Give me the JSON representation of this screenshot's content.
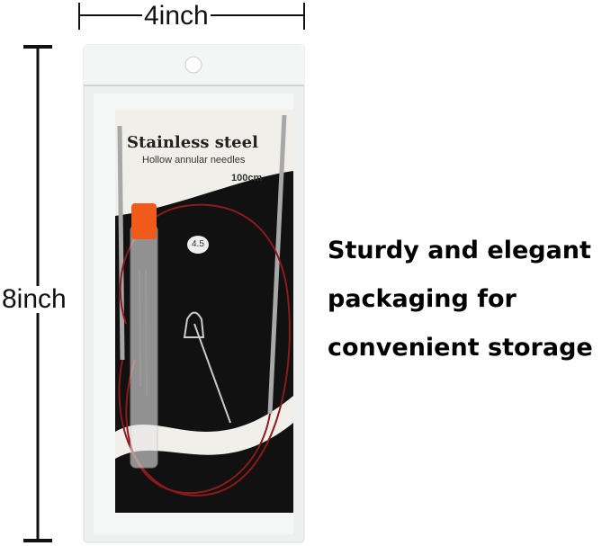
{
  "dimensions": {
    "width_label": "4inch",
    "height_label": "8inch"
  },
  "package": {
    "title": "Stainless steel",
    "subtitle": "Hollow annular needles",
    "length": "100cm",
    "size": "4.5"
  },
  "caption": {
    "lines": [
      "Sturdy and elegant",
      "packaging for",
      "convenient storage"
    ]
  },
  "colors": {
    "cable": "#8b1a1a",
    "cap": "#f05a1a",
    "card_dark": "#111111"
  }
}
